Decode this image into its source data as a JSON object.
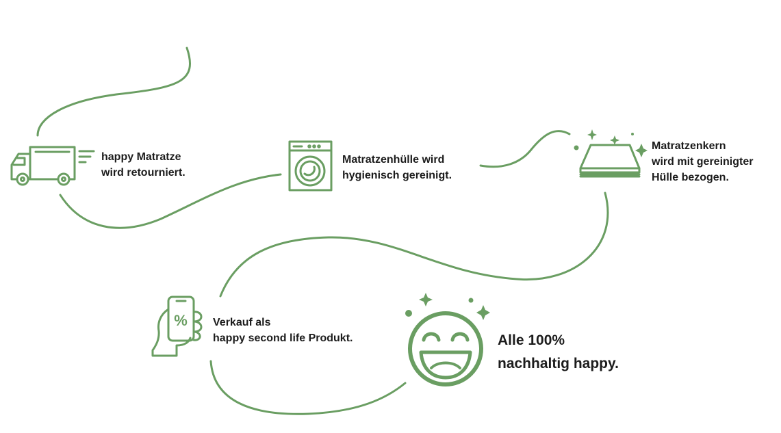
{
  "colors": {
    "accent": "#6a9e62",
    "text": "#1c1c1c",
    "background": "#ffffff"
  },
  "steps": [
    {
      "icon": "delivery-truck-icon",
      "lines": [
        "happy Matratze",
        "wird retourniert."
      ]
    },
    {
      "icon": "washing-machine-icon",
      "lines": [
        "Matratzenhülle wird",
        "hygienisch gereinigt."
      ]
    },
    {
      "icon": "sparkling-mattress-icon",
      "lines": [
        "Matratzenkern",
        "wird mit gereinigter",
        "Hülle bezogen."
      ]
    },
    {
      "icon": "phone-discount-icon",
      "lines": [
        "Verkauf als",
        "happy second life Produkt."
      ]
    }
  ],
  "final": {
    "icon": "happy-smiley-icon",
    "lines": [
      "Alle 100%",
      "nachhaltig happy."
    ]
  }
}
